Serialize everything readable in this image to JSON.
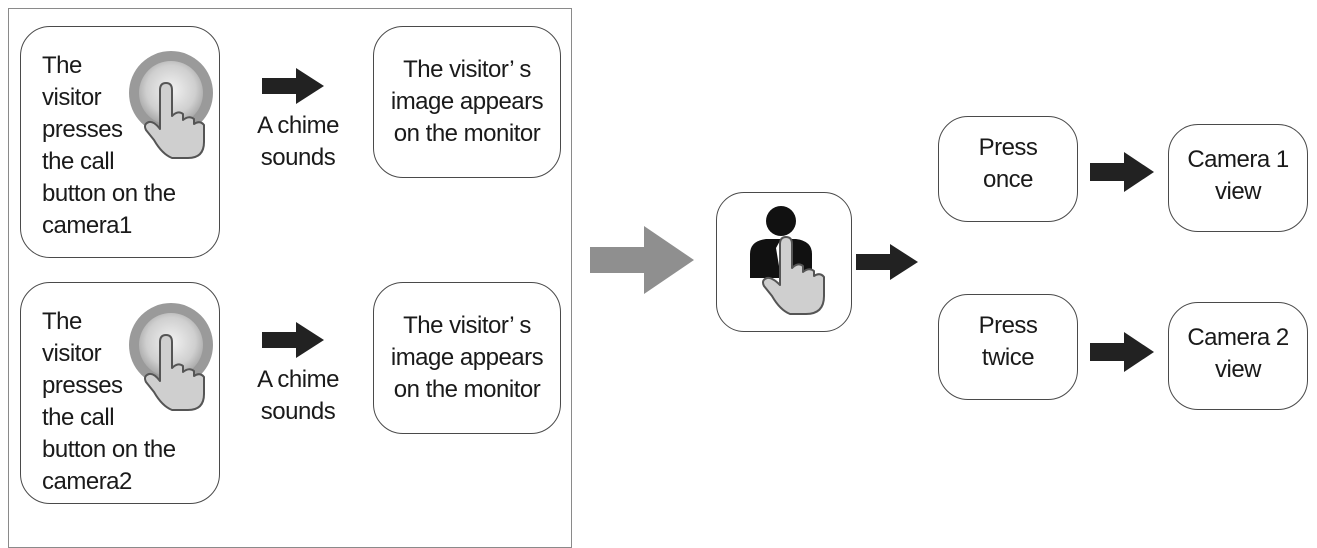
{
  "row1": {
    "action_lines": [
      "The",
      "visitor",
      "presses",
      "the call",
      "button on the",
      "camera1"
    ],
    "event_lines": [
      "A chime",
      "sounds"
    ],
    "result_lines": [
      "The visitor’ s",
      "image appears",
      "on the monitor"
    ]
  },
  "row2": {
    "action_lines": [
      "The",
      "visitor",
      "presses",
      "the call",
      "button on the",
      "camera2"
    ],
    "event_lines": [
      "A chime",
      "sounds"
    ],
    "result_lines": [
      "The visitor’ s",
      "image appears",
      "on the monitor"
    ]
  },
  "option1": {
    "press_lines": [
      "Press",
      "once"
    ],
    "view_lines": [
      "Camera 1",
      "view"
    ]
  },
  "option2": {
    "press_lines": [
      "Press",
      "twice"
    ],
    "view_lines": [
      "Camera 2",
      "view"
    ]
  },
  "colors": {
    "arrow_dark": "#222222",
    "arrow_gray": "#8f8f8f",
    "button_ring": "#9a9a9a",
    "hand_fill": "#cfcfcf"
  },
  "icons": {
    "call_button": "call-button-with-finger-icon",
    "monitor_button": "person-with-finger-icon"
  }
}
